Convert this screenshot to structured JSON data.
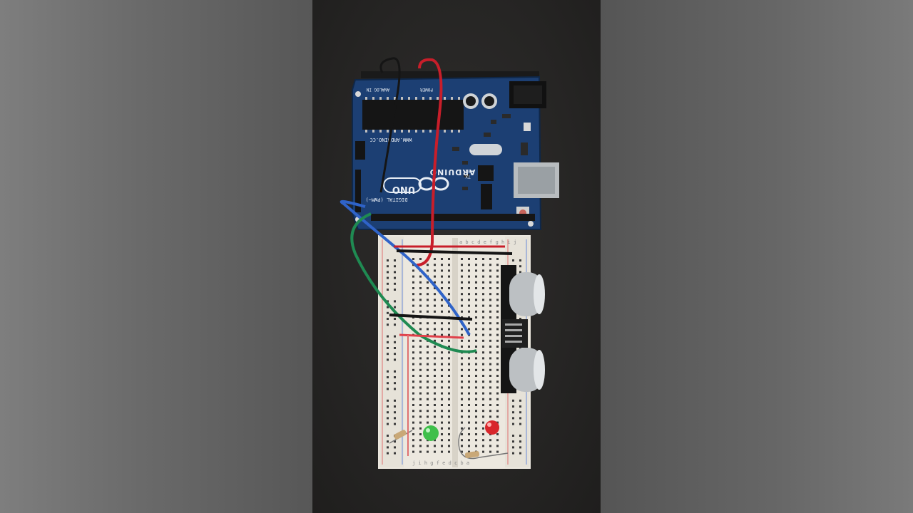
{
  "frame": {
    "side_background": "#6a6a6a",
    "photo_background": "#262524"
  },
  "board": {
    "brand": "ARDUINO",
    "model": "UNO",
    "website": "WWW.ARDUINO.CC",
    "digital_label": "DIGITAL (PWM~)",
    "analog_label": "ANALOG IN",
    "power_label": "POWER",
    "tx_label": "TX",
    "rx_label": "RX",
    "color": "#1c3f73"
  },
  "breadboard": {
    "top_letters": "a b c d e  f g h i j",
    "bottom_letters": "j i h g f  e d c b a",
    "color": "#ece8df"
  },
  "leds": [
    {
      "name": "green",
      "color": "#3fbf4a"
    },
    {
      "name": "red",
      "color": "#d8262b"
    }
  ],
  "wires": {
    "red": "#c81e2a",
    "blue": "#2f63c8",
    "green": "#1f8a52",
    "black": "#151515"
  }
}
